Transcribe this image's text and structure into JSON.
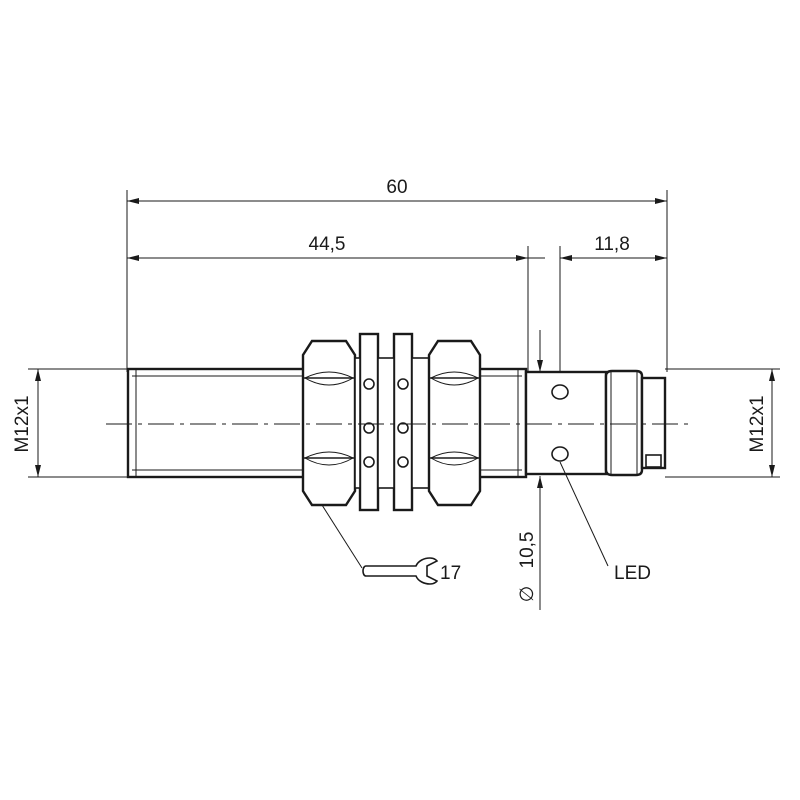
{
  "dimensions": {
    "overall_length": "60",
    "thread_length": "44,5",
    "head_length": "11,8",
    "thread_left": "M12x1",
    "thread_right": "M12x1",
    "diameter": "10,5",
    "diameter_symbol": "∅",
    "wrench_size": "17",
    "led_label": "LED"
  },
  "icons": {
    "wrench": "wrench-icon",
    "diameter": "diameter-symbol"
  }
}
